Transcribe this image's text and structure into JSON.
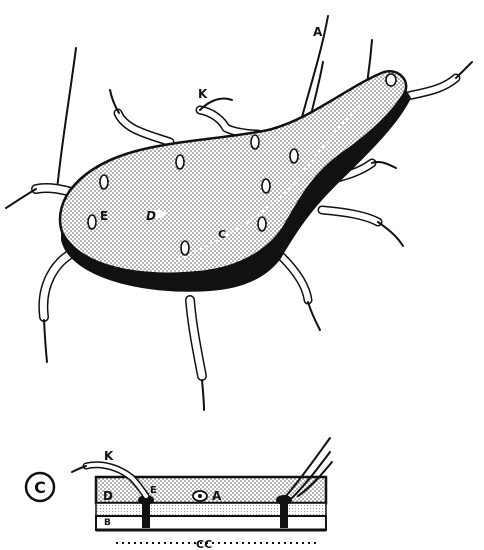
{
  "figure": {
    "panel_label": "C",
    "main_labels": {
      "a": "A",
      "k": "K",
      "e": "E",
      "d": "D",
      "c": "C"
    },
    "section_labels": {
      "k": "K",
      "e": "E",
      "a": "A",
      "d": "D",
      "b": "B",
      "cc": "CC"
    }
  },
  "colors": {
    "ink": "#111111",
    "stipple_dot": "#555555",
    "background": "#ffffff"
  }
}
